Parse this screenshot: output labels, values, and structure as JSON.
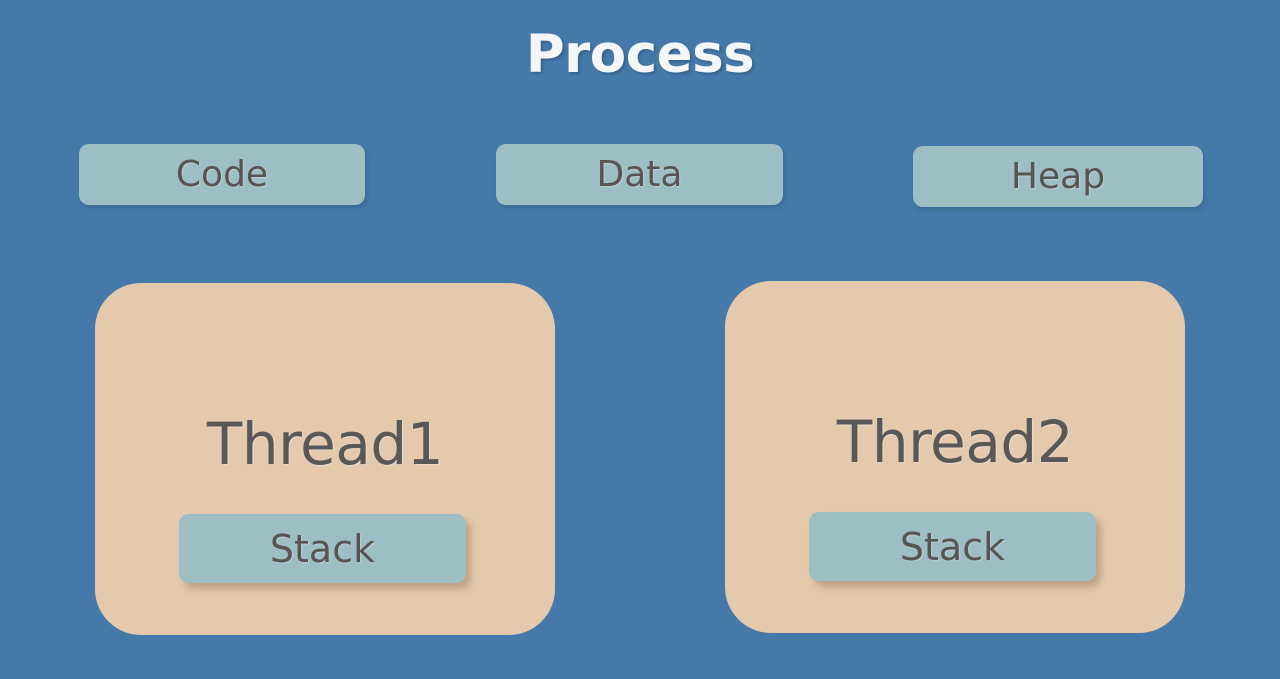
{
  "diagram": {
    "title": "Process",
    "background_color": "#4579aa",
    "segments": [
      {
        "label": "Code",
        "fill_color": "#9dbfc4"
      },
      {
        "label": "Data",
        "fill_color": "#9dbfc4"
      },
      {
        "label": "Heap",
        "fill_color": "#9dbfc4"
      }
    ],
    "threads": [
      {
        "label": "Thread1",
        "fill_color": "#e4c9ad",
        "stack": {
          "label": "Stack",
          "fill_color": "#9dbfc4"
        }
      },
      {
        "label": "Thread2",
        "fill_color": "#e4c9ad",
        "stack": {
          "label": "Stack",
          "fill_color": "#9dbfc4"
        }
      }
    ],
    "text_color": "#575451",
    "title_color": "#f4f6f7"
  }
}
